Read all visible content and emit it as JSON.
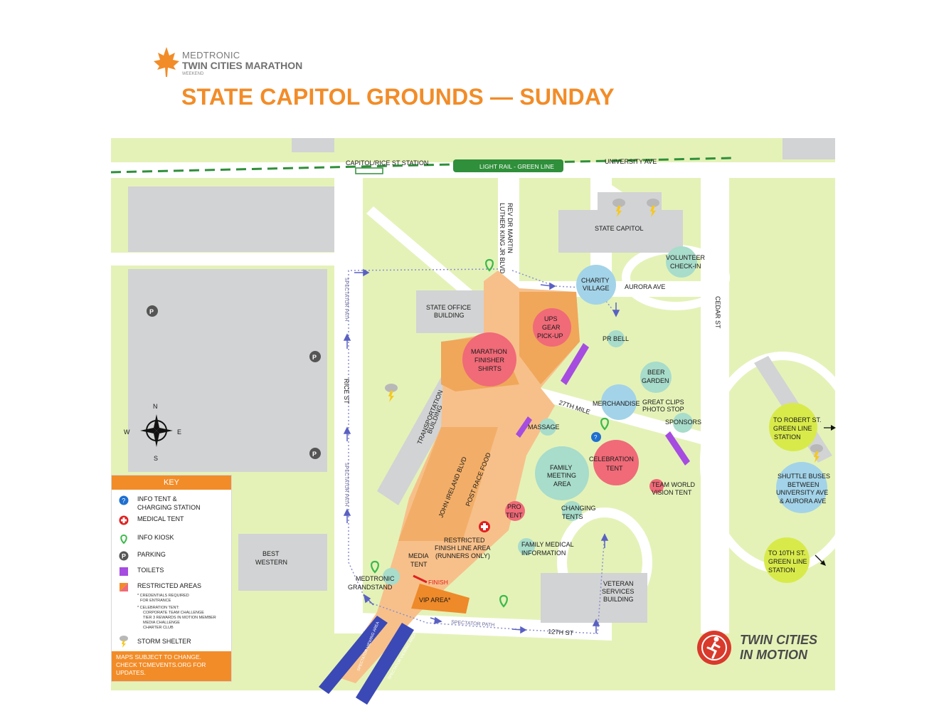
{
  "logo": {
    "line1": "MEDTRONIC",
    "line2": "TWIN CITIES MARATHON",
    "line3": "WEEKEND"
  },
  "title": "STATE CAPITOL GROUNDS — SUNDAY",
  "colors": {
    "accent": "#f28c28",
    "park": "#e4f2b8",
    "building": "#d2d3d4",
    "restricted": "#f7b27a",
    "road": "#ffffff",
    "rail": "#2f8f3a"
  },
  "streets": {
    "capitol_station": "CAPITOL/RICE ST STATION",
    "light_rail": "LIGHT RAIL - GREEN LINE",
    "university": "UNIVERSITY AVE",
    "mlk_1": "REV DR MARTIN",
    "mlk_2": "LUTHER KING JR BLVD",
    "aurora": "AURORA AVE",
    "cedar": "CEDAR ST",
    "rice": "RICE ST",
    "twelfth": "12TH ST",
    "twentyseventh": "27TH MILE",
    "john_ireland": "JOHN IRELAND BLVD",
    "post_race": "POST RACE FOOD",
    "spectator": "SPECTATOR PATH"
  },
  "buildings": {
    "capitol": "STATE CAPITOL",
    "state_office_1": "STATE OFFICE",
    "state_office_2": "BUILDING",
    "transportation_1": "TRANSPORTATION",
    "transportation_2": "BUILDING",
    "best_western_1": "BEST",
    "best_western_2": "WESTERN",
    "veteran_1": "VETERAN",
    "veteran_2": "SERVICES",
    "veteran_3": "BUILDING"
  },
  "places": {
    "volunteer_1": "VOLUNTEER",
    "volunteer_2": "CHECK-IN",
    "charity_1": "CHARITY",
    "charity_2": "VILLAGE",
    "ups_1": "UPS",
    "ups_2": "GEAR",
    "ups_3": "PICK-UP",
    "pr_bell": "PR BELL",
    "finisher_1": "MARATHON",
    "finisher_2": "FINISHER",
    "finisher_3": "SHIRTS",
    "beer_1": "BEER",
    "beer_2": "GARDEN",
    "merch": "MERCHANDISE",
    "great_clips_1": "GREAT CLIPS",
    "great_clips_2": "PHOTO STOP",
    "sponsors": "SPONSORS",
    "massage": "MASSAGE",
    "celebration_1": "CELEBRATION",
    "celebration_2": "TENT",
    "family_1": "FAMILY",
    "family_2": "MEETING",
    "family_3": "AREA",
    "changing_1": "CHANGING",
    "changing_2": "TENTS",
    "world_vision_1": "TEAM WORLD",
    "world_vision_2": "VISION TENT",
    "pro_1": "PRO",
    "pro_2": "TENT",
    "restricted_1": "RESTRICTED",
    "restricted_2": "FINISH LINE AREA",
    "restricted_3": "(RUNNERS ONLY)",
    "family_med_1": "FAMILY MEDICAL",
    "family_med_2": "INFORMATION",
    "media_1": "MEDIA",
    "media_2": "TENT",
    "finish": "FINISH",
    "vip": "VIP AREA*",
    "grandstand_1": "MEDTRONIC",
    "grandstand_2": "GRANDSTAND",
    "spectator_view": "SPECTATOR VIEWING AREA",
    "robert_1": "TO ROBERT ST.",
    "robert_2": "GREEN LINE",
    "robert_3": "STATION",
    "shuttle_1": "SHUTTLE BUSES",
    "shuttle_2": "BETWEEN",
    "shuttle_3": "UNIVERSITY AVE",
    "shuttle_4": "& AURORA AVE",
    "tenth_1": "TO 10TH ST.",
    "tenth_2": "GREEN LINE",
    "tenth_3": "STATION"
  },
  "compass": {
    "n": "N",
    "s": "S",
    "e": "E",
    "w": "W"
  },
  "parking_letter": "P",
  "key": {
    "title": "KEY",
    "info_tent_1": "INFO TENT &",
    "info_tent_2": "CHARGING STATION",
    "medical": "MEDICAL TENT",
    "kiosk": "INFO KIOSK",
    "parking": "PARKING",
    "toilets": "TOILETS",
    "restricted": "RESTRICTED AREAS",
    "note_1": "* CREDENTIALS REQUIRED",
    "note_2": "FOR ENTRANCE",
    "note_3": "* CELEBRATION TENT:",
    "note_4": "CORPORATE TEAM CHALLENGE",
    "note_5": "TIER 3 REWARDS IN MOTION MEMBER",
    "note_6": "MEDIA CHALLENGE",
    "note_7": "CHARTER CLUB",
    "storm": "STORM SHELTER",
    "footer_1": "MAPS SUBJECT TO CHANGE.",
    "footer_2": "CHECK TCMEVENTS.ORG  FOR",
    "footer_3": "UPDATES."
  },
  "tcm": {
    "line1": "TWIN CITIES",
    "line2": "IN MOTION"
  }
}
